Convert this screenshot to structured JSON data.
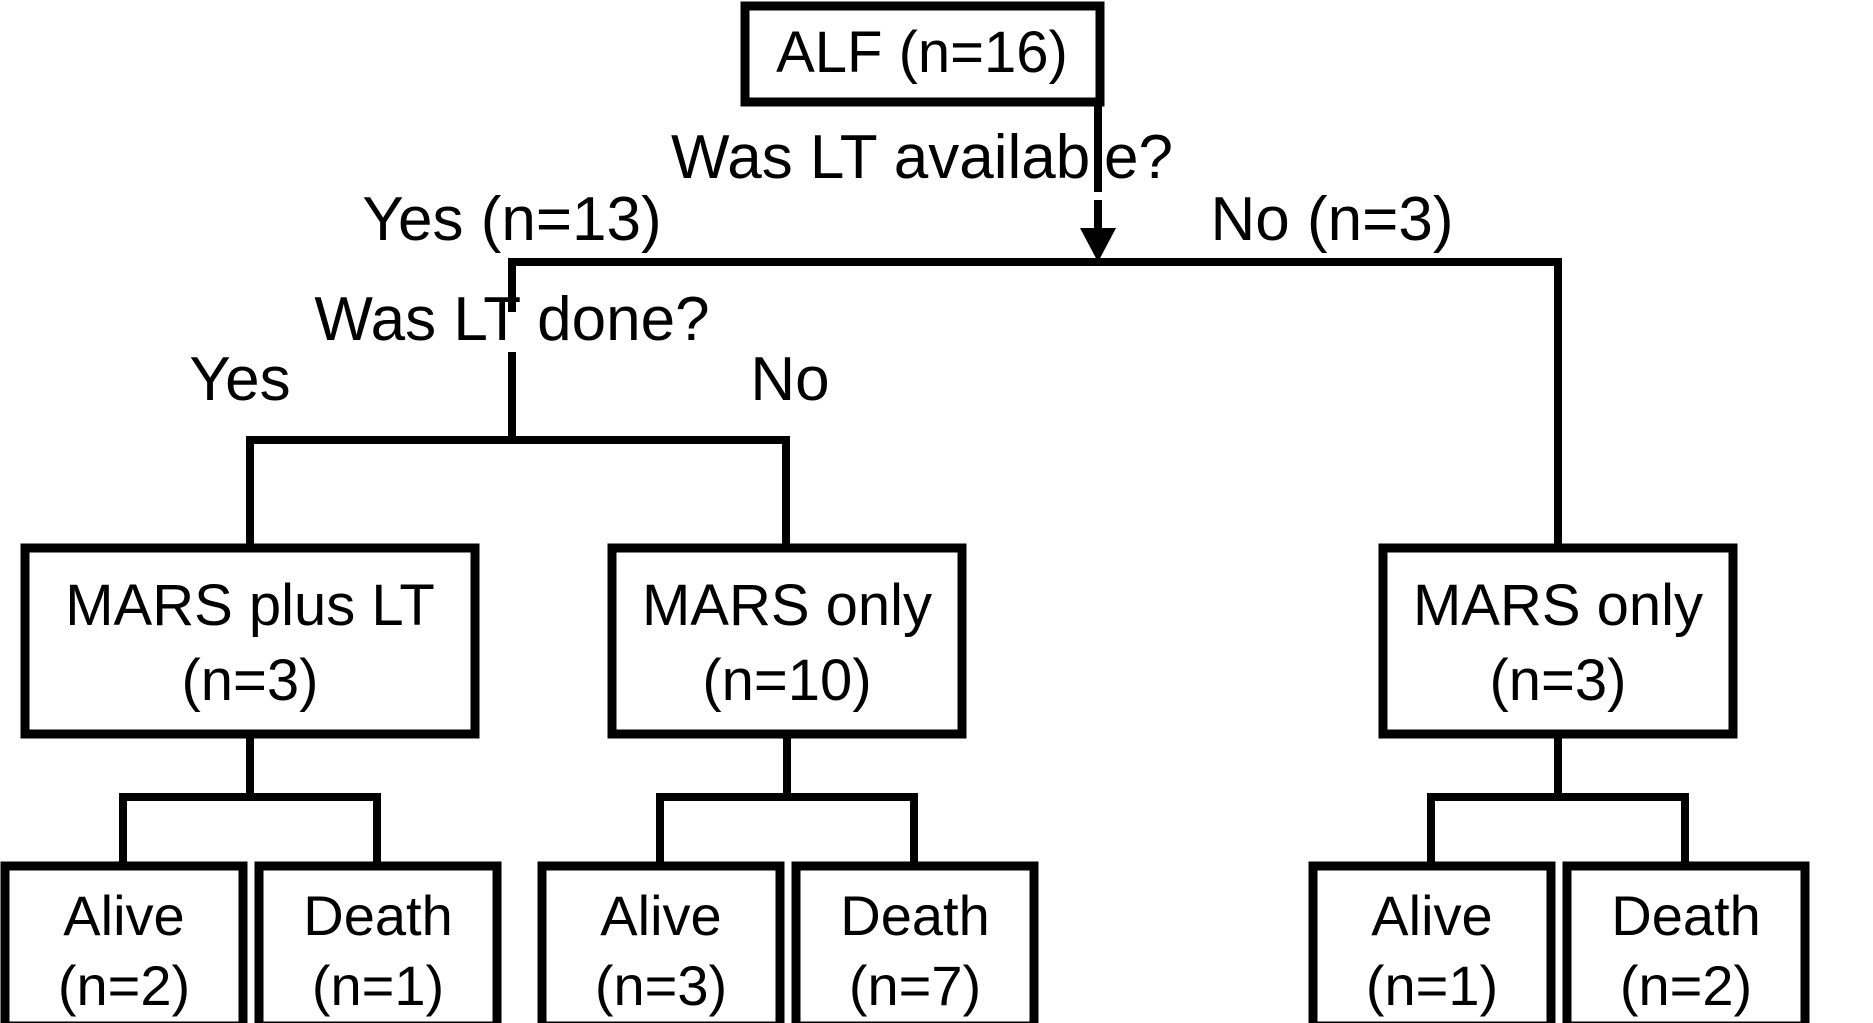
{
  "diagram": {
    "title": "ALF treatment allocation flowchart",
    "root": {
      "label": "ALF (n=16)"
    },
    "decisions": [
      {
        "id": "d1",
        "question": "Was LT available?"
      },
      {
        "id": "d2",
        "question": "Was LT done?"
      }
    ],
    "edge_labels": {
      "lt_available_yes": "Yes (n=13)",
      "lt_available_no": "No (n=3)",
      "lt_done_yes": "Yes",
      "lt_done_no": "No"
    },
    "groups": [
      {
        "id": "g1",
        "line1": "MARS plus LT",
        "line2": "(n=3)"
      },
      {
        "id": "g2",
        "line1": "MARS only",
        "line2": "(n=10)"
      },
      {
        "id": "g3",
        "line1": "MARS only",
        "line2": "(n=3)"
      }
    ],
    "outcomes": [
      {
        "id": "o1",
        "line1": "Alive",
        "line2": "(n=2)"
      },
      {
        "id": "o2",
        "line1": "Death",
        "line2": "(n=1)"
      },
      {
        "id": "o3",
        "line1": "Alive",
        "line2": "(n=3)"
      },
      {
        "id": "o4",
        "line1": "Death",
        "line2": "(n=7)"
      },
      {
        "id": "o5",
        "line1": "Alive",
        "line2": "(n=1)"
      },
      {
        "id": "o6",
        "line1": "Death",
        "line2": "(n=2)"
      }
    ],
    "colors": {
      "stroke": "#000000",
      "fill": "#ffffff",
      "text": "#000000"
    }
  }
}
